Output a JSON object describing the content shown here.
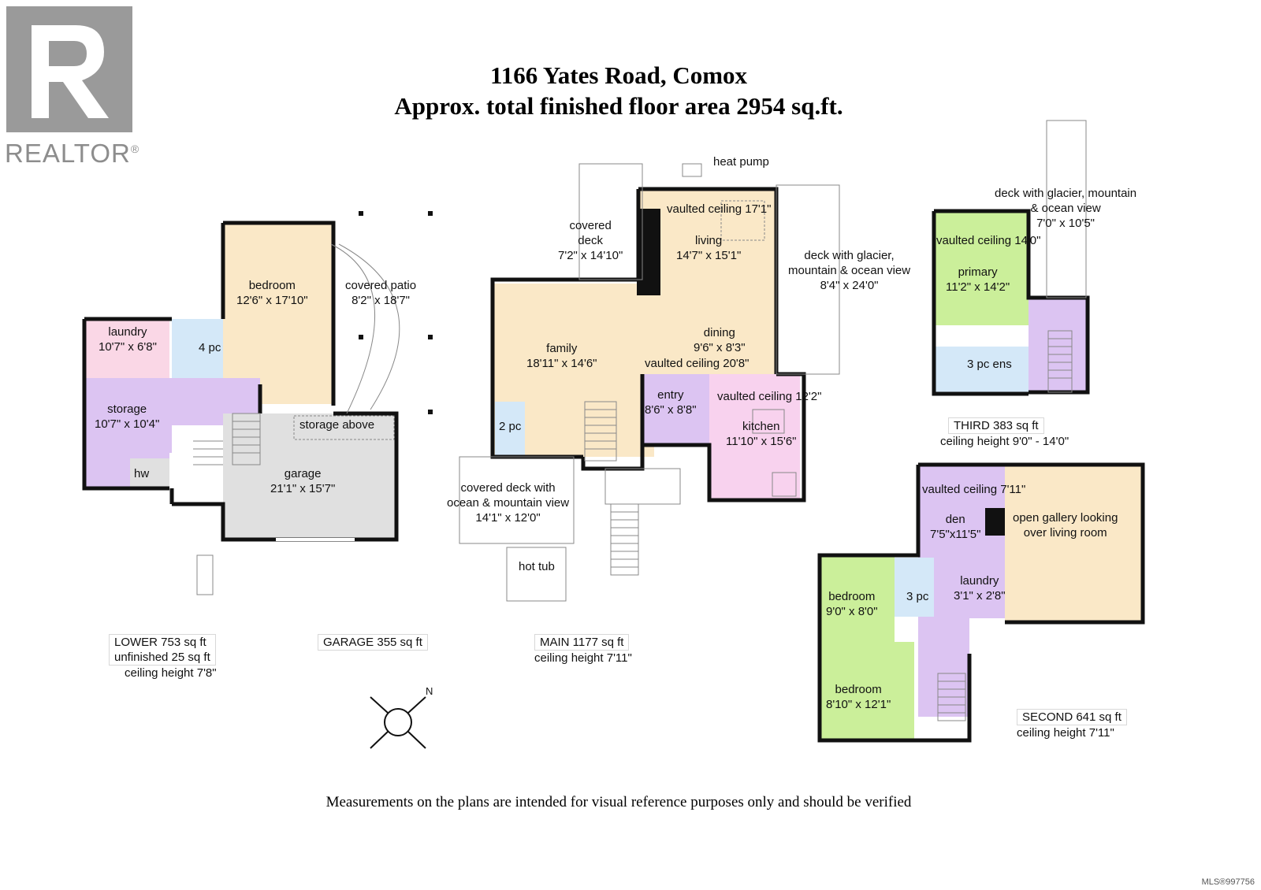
{
  "header": {
    "line1": "1166 Yates Road, Comox",
    "line2": "Approx. total finished floor area 2954 sq.ft."
  },
  "logo": {
    "word": "REALTOR",
    "mark": "®"
  },
  "lower": {
    "bedroom": {
      "name": "bedroom",
      "dim": "12'6\" x 17'10\""
    },
    "laundry": {
      "name": "laundry",
      "dim": "10'7\" x 6'8\""
    },
    "bath": "4 pc",
    "storage": {
      "name": "storage",
      "dim": "10'7\" x 10'4\""
    },
    "hw": "hw",
    "covered_patio": {
      "name": "covered patio",
      "dim": "8'2\" x 18'7\""
    },
    "storage_above": "storage above",
    "garage": {
      "name": "garage",
      "dim": "21'1\" x 15'7\""
    }
  },
  "main": {
    "heat_pump": "heat pump",
    "covered_deck": {
      "name": "covered",
      "name2": "deck",
      "dim": "7'2\" x 14'10\""
    },
    "living": {
      "vault": "vaulted ceiling 17'1\"",
      "name": "living",
      "dim": "14'7\" x 15'1\""
    },
    "deck_glacier": {
      "line1": "deck with glacier,",
      "line2": "mountain & ocean view",
      "dim": "8'4\" x 24'0\""
    },
    "family": {
      "name": "family",
      "dim": "18'11\" x 14'6\""
    },
    "dining": {
      "name": "dining",
      "dim": "9'6\" x 8'3\"",
      "vault": "vaulted ceiling 20'8\""
    },
    "entry": {
      "name": "entry",
      "dim": "8'6\" x 8'8\""
    },
    "kitchen": {
      "vault": "vaulted ceiling 12'2\"",
      "name": "kitchen",
      "dim": "11'10\" x 15'6\""
    },
    "powder": "2 pc",
    "covered_deck_ocean": {
      "line1": "covered deck with",
      "line2": "ocean & mountain view",
      "dim": "14'1\" x 12'0\""
    },
    "hot_tub": "hot tub"
  },
  "third": {
    "deck": {
      "line1": "deck with glacier, mountain",
      "line2": "& ocean view",
      "dim": "7'0\" x 10'5\""
    },
    "primary": {
      "vault": "vaulted ceiling 14'0\"",
      "name": "primary",
      "dim": "11'2\" x 14'2\""
    },
    "ensuite": "3 pc ens"
  },
  "second": {
    "den": {
      "vault": "vaulted ceiling 7'11\"",
      "name": "den",
      "dim": "7'5\"x11'5\""
    },
    "gallery": {
      "line1": "open gallery looking",
      "line2": "over living room"
    },
    "laundry": {
      "name": "laundry",
      "dim": "3'1\" x 2'8\""
    },
    "bath": "3 pc",
    "bedroom1": {
      "name": "bedroom",
      "dim": "9'0\" x 8'0\""
    },
    "bedroom2": {
      "name": "bedroom",
      "dim": "8'10\" x 12'1\""
    }
  },
  "areas": {
    "lower": {
      "line1": "LOWER   753 sq ft",
      "line2": "unfinished   25 sq ft",
      "line3": "ceiling height 7'8\""
    },
    "garage": {
      "line1": "GARAGE   355 sq ft"
    },
    "main": {
      "line1": "MAIN   1177 sq ft",
      "line2": "ceiling height 7'11\""
    },
    "third": {
      "line1": "THIRD   383 sq ft",
      "line2": "ceiling height 9'0\" - 14'0\""
    },
    "second": {
      "line1": "SECOND   641 sq ft",
      "line2": "ceiling height 7'11\""
    }
  },
  "compass": {
    "north": "N"
  },
  "disclaimer": "Measurements on the plans are intended for visual reference purposes only and should be verified",
  "mls": "MLS®997756",
  "colors": {
    "bedroom": "#fae8c7",
    "garage": "#e0e0e0",
    "laundry": "#fad7e6",
    "hall": "#dcc4f2",
    "bath": "#d4e8f8",
    "kitchen": "#f8d2ee",
    "green": "#cbef9a",
    "wall": "#111111",
    "logo": "#9a9a9a"
  }
}
